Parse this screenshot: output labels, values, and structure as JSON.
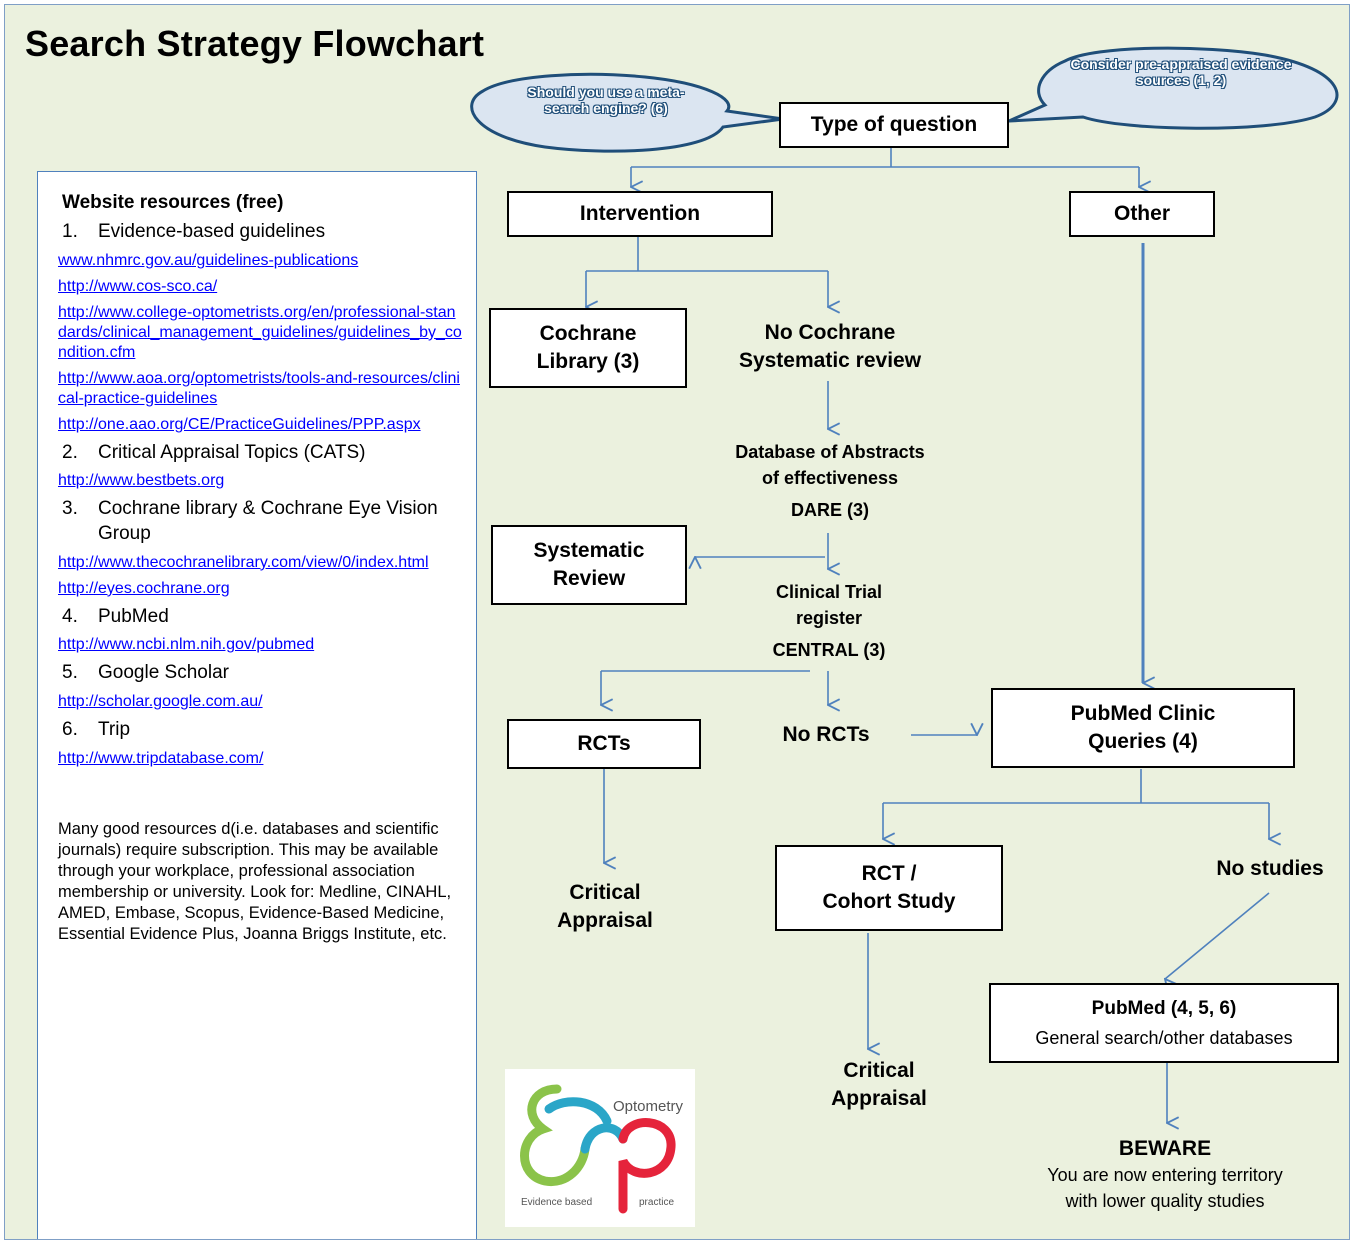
{
  "title": "Search Strategy Flowchart",
  "callouts": {
    "meta_search": "Should you use a meta-search engine? (6)",
    "pre_appraised": "Consider pre-appraised evidence sources (1, 2)"
  },
  "nodes": {
    "type_of_question": "Type of question",
    "intervention": "Intervention",
    "other": "Other",
    "cochrane_library_line1": "Cochrane",
    "cochrane_library_line2": "Library (3)",
    "no_cochrane_line1": "No Cochrane",
    "no_cochrane_line2": "Systematic review",
    "dare_line1": "Database of Abstracts",
    "dare_line2": "of effectiveness",
    "dare_line3": "DARE (3)",
    "systematic_review_line1": "Systematic",
    "systematic_review_line2": "Review",
    "clinical_trial_line1": "Clinical Trial",
    "clinical_trial_line2": "register",
    "clinical_trial_line3": "CENTRAL (3)",
    "rcts": "RCTs",
    "no_rcts": "No RCTs",
    "pubmed_clinic_line1": "PubMed Clinic",
    "pubmed_clinic_line2": "Queries (4)",
    "critical_appraisal_1_line1": "Critical",
    "critical_appraisal_1_line2": "Appraisal",
    "rct_cohort_line1": "RCT /",
    "rct_cohort_line2": "Cohort Study",
    "no_studies": "No studies",
    "critical_appraisal_2_line1": "Critical",
    "critical_appraisal_2_line2": "Appraisal",
    "pubmed_general_title": "PubMed (4, 5, 6)",
    "pubmed_general_sub": "General search/other databases",
    "beware_title": "BEWARE",
    "beware_line1": "You are now entering territory",
    "beware_line2": "with lower quality studies"
  },
  "resources": {
    "heading": "Website resources (free)",
    "items": [
      {
        "num": "1.",
        "name": "Evidence-based guidelines",
        "links": [
          "www.nhmrc.gov.au/guidelines-publications",
          "http://www.cos-sco.ca/",
          "http://www.college-optometrists.org/en/professional-standards/clinical_management_guidelines/guidelines_by_condition.cfm",
          "http://www.aoa.org/optometrists/tools-and-resources/clinical-practice-guidelines",
          "http://one.aao.org/CE/PracticeGuidelines/PPP.aspx"
        ]
      },
      {
        "num": "2.",
        "name": "Critical Appraisal Topics (CATS)",
        "links": [
          "http://www.bestbets.org"
        ]
      },
      {
        "num": "3.",
        "name": "Cochrane library & Cochrane Eye Vision Group",
        "links": [
          "http://www.thecochranelibrary.com/view/0/index.html",
          "http://eyes.cochrane.org"
        ]
      },
      {
        "num": "4.",
        "name": "PubMed",
        "links": [
          "http://www.ncbi.nlm.nih.gov/pubmed"
        ]
      },
      {
        "num": "5.",
        "name": "Google Scholar",
        "links": [
          "http://scholar.google.com.au/"
        ]
      },
      {
        "num": "6.",
        "name": "Trip",
        "links": [
          "http://www.tripdatabase.com/"
        ]
      }
    ],
    "note": "Many good resources d(i.e. databases and scientific journals) require subscription. This may be available through your workplace, professional association membership or university. Look for: Medline,  CINAHL, AMED, Embase, Scopus, Evidence-Based Medicine, Essential Evidence Plus, Joanna Briggs Institute, etc."
  },
  "logo": {
    "word_top": "Optometry",
    "word_left": "Evidence based",
    "word_right": "practice"
  },
  "colors": {
    "background": "#ebf1de",
    "arrow": "#4f81bd",
    "callout_fill": "#dbe5f1",
    "callout_stroke": "#1f4e79",
    "link": "#0000ff"
  }
}
